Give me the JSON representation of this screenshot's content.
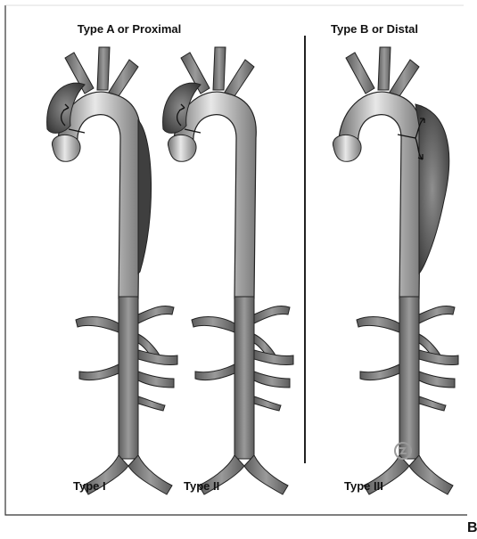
{
  "figure": {
    "header_a": "Type A or Proximal",
    "header_b": "Type B or Distal",
    "type_labels": [
      "Type I",
      "Type II",
      "Type III"
    ],
    "panel_letter": "B"
  },
  "colors": {
    "vessel": "#8a8a8a",
    "vessel_dark": "#5a5a5a",
    "lumen_light": "#d9d9d9",
    "false_lumen": "#4a4a4a",
    "outline": "#222222",
    "background": "#ffffff",
    "border": "#333333"
  },
  "icons": [
    "dissection-flow-arrow-icon",
    "illustrator-signature-icon"
  ]
}
